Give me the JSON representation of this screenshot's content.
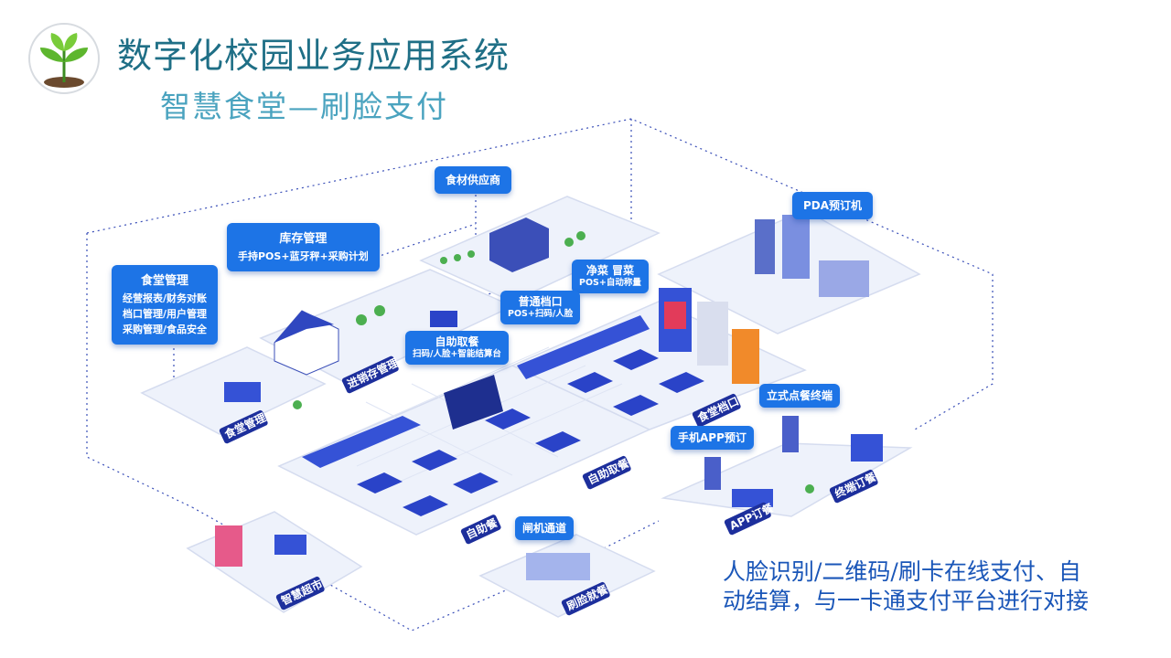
{
  "header": {
    "title": "数字化校园业务应用系统",
    "subtitle": "智慧食堂—刷脸支付"
  },
  "logo": {
    "icon": "sprout-icon"
  },
  "callouts": {
    "canteen_mgmt": {
      "title": "食堂管理",
      "lines": [
        "经营报表/财务对账",
        "档口管理/用户管理",
        "采购管理/食品安全"
      ]
    },
    "inventory_mgmt": {
      "title": "库存管理",
      "line": "手持POS+蓝牙秤+采购计划"
    },
    "supplier": {
      "title": "食材供应商"
    },
    "pda": {
      "title": "PDA预订机"
    },
    "clean_veg": {
      "title": "净菜 冒菜",
      "line": "POS+自动称量"
    },
    "regular_stall": {
      "title": "普通档口",
      "line": "POS+扫码/人脸"
    },
    "self_pickup": {
      "title": "自助取餐",
      "line": "扫码/人脸+智能结算台"
    },
    "standing_terminal": {
      "title": "立式点餐终端"
    },
    "mobile_app": {
      "title": "手机APP预订"
    },
    "gate": {
      "title": "闸机通道"
    }
  },
  "zones": {
    "canteen_mgmt": "食堂管理",
    "inventory": "进销存管理",
    "self_serve": "自助餐",
    "auto_pickup": "自助取餐",
    "canteen_stall": "食堂档口",
    "app_order": "APP订餐",
    "terminal_order": "终端订餐",
    "smart_market": "智慧超市",
    "face_meal": "刷脸就餐"
  },
  "caption": {
    "line1": "人脸识别/二维码/刷卡在线支付、自",
    "line2": "动结算，与一卡通支付平台进行对接"
  },
  "colors": {
    "title": "#1f6f86",
    "subtitle": "#4aa3bf",
    "tag_blue": "#1d74e6",
    "caption": "#1a56b8",
    "platform": "#eef2fb",
    "dotted_line": "#3a4fb8"
  }
}
